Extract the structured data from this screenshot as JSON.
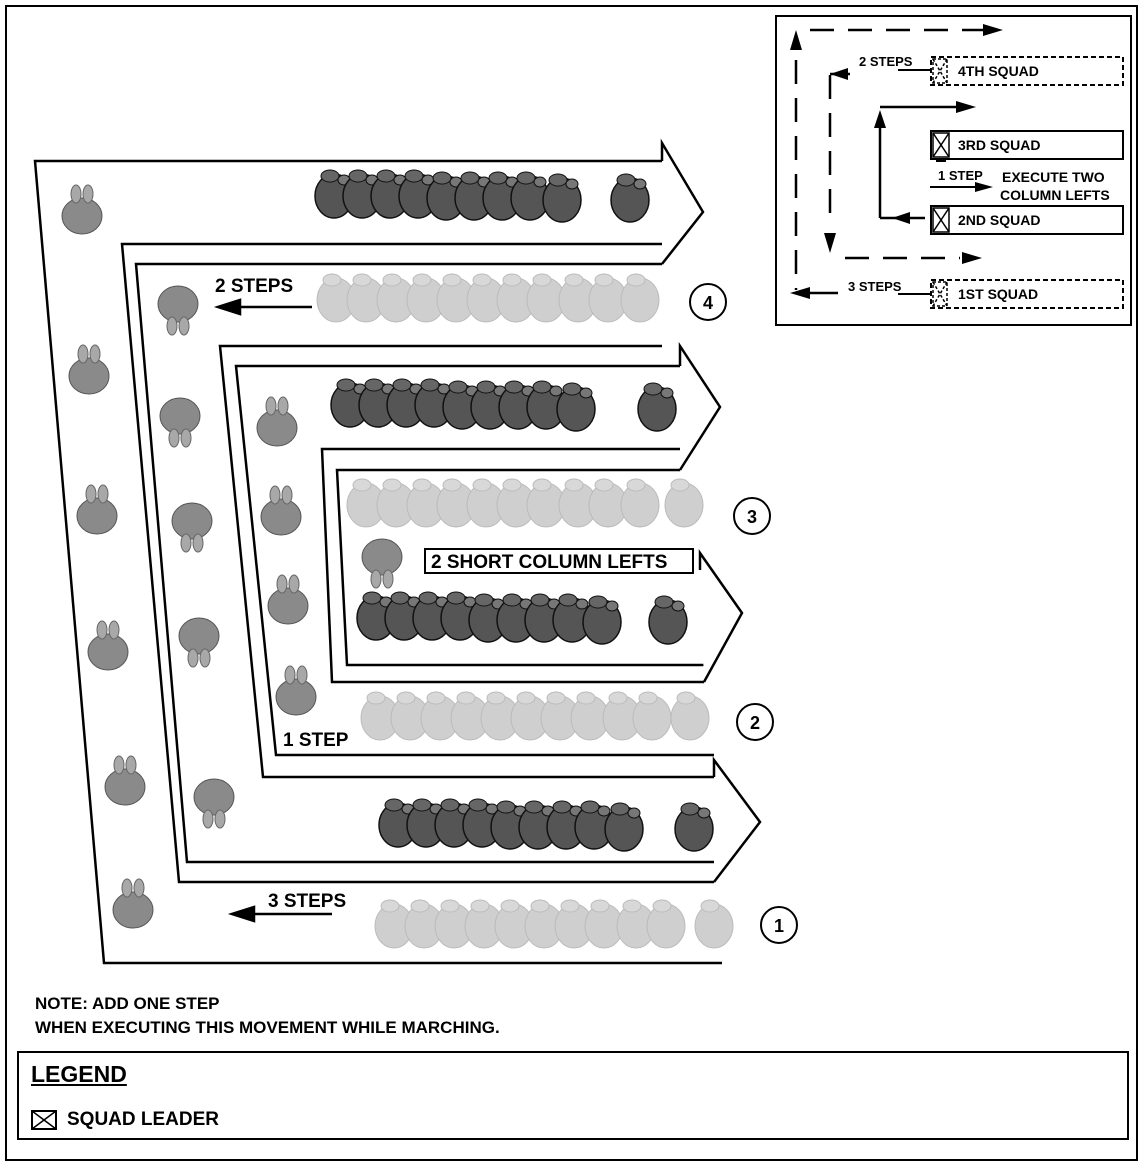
{
  "diagram": {
    "labels": {
      "steps_2": "2 STEPS",
      "steps_1": "1 STEP",
      "steps_3": "3 STEPS",
      "short_column_lefts": "2 SHORT COLUMN LEFTS"
    },
    "circles": [
      "4",
      "3",
      "2",
      "1"
    ]
  },
  "inset": {
    "squad_4": "4TH SQUAD",
    "squad_3": "3RD SQUAD",
    "squad_2": "2ND SQUAD",
    "squad_1": "1ST SQUAD",
    "steps_2": "2 STEPS",
    "steps_1": "1 STEP",
    "steps_3": "3 STEPS",
    "execute_line1": "EXECUTE TWO",
    "execute_line2": "COLUMN LEFTS"
  },
  "note": {
    "line1": "NOTE: ADD ONE STEP",
    "line2": "WHEN EXECUTING THIS MOVEMENT WHILE MARCHING."
  },
  "legend": {
    "title": "LEGEND",
    "item_label": "SQUAD LEADER",
    "item_icon": "squad-leader-icon"
  },
  "colors": {
    "soldier_dark": "#555555",
    "soldier_light": "#c9c9c9",
    "soldier_mid": "#8a8a8a",
    "line": "#000000"
  }
}
